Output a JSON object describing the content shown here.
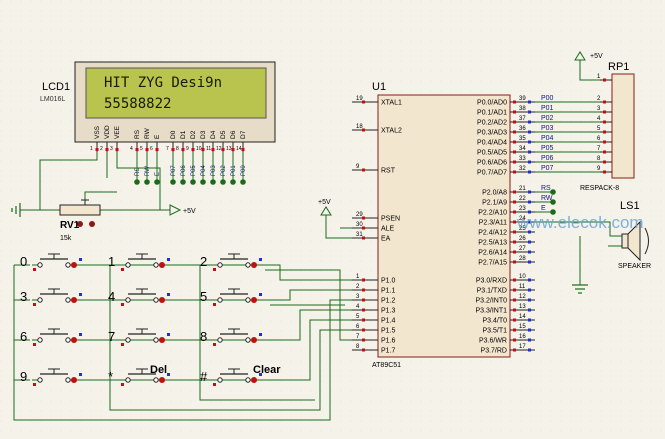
{
  "lcd": {
    "ref": "LCD1",
    "model": "LM016L",
    "line1": "HIT ZYG Desi9n",
    "line2": "55588822",
    "pins": [
      "VSS",
      "VDD",
      "VEE",
      "RS",
      "RW",
      "E",
      "D0",
      "D1",
      "D2",
      "D3",
      "D4",
      "D5",
      "D6",
      "D7"
    ],
    "pin_numbers": [
      "1",
      "2",
      "3",
      "4",
      "5",
      "6",
      "7",
      "8",
      "9",
      "10",
      "11",
      "12",
      "13",
      "14"
    ],
    "net_labels": [
      "RS",
      "RW",
      "E",
      "P07",
      "P06",
      "P05",
      "P04",
      "P03",
      "P02",
      "P01",
      "P00"
    ]
  },
  "pot": {
    "ref": "RV1",
    "value": "15k",
    "supply": "+5V"
  },
  "mcu": {
    "ref": "U1",
    "model": "AT89C51",
    "left_pins": [
      {
        "num": "19",
        "name": "XTAL1"
      },
      {
        "num": "18",
        "name": "XTAL2"
      },
      {
        "num": "9",
        "name": "RST"
      },
      {
        "num": "29",
        "name": "PSEN"
      },
      {
        "num": "30",
        "name": "ALE"
      },
      {
        "num": "31",
        "name": "EA"
      },
      {
        "num": "1",
        "name": "P1.0"
      },
      {
        "num": "2",
        "name": "P1.1"
      },
      {
        "num": "3",
        "name": "P1.2"
      },
      {
        "num": "4",
        "name": "P1.3"
      },
      {
        "num": "5",
        "name": "P1.4"
      },
      {
        "num": "6",
        "name": "P1.5"
      },
      {
        "num": "7",
        "name": "P1.6"
      },
      {
        "num": "8",
        "name": "P1.7"
      }
    ],
    "right_pins": [
      {
        "num": "39",
        "name": "P0.0/AD0",
        "net": "P00"
      },
      {
        "num": "38",
        "name": "P0.1/AD1",
        "net": "P01"
      },
      {
        "num": "37",
        "name": "P0.2/AD2",
        "net": "P02"
      },
      {
        "num": "36",
        "name": "P0.3/AD3",
        "net": "P03"
      },
      {
        "num": "35",
        "name": "P0.4/AD4",
        "net": "P04"
      },
      {
        "num": "34",
        "name": "P0.5/AD5",
        "net": "P05"
      },
      {
        "num": "33",
        "name": "P0.6/AD6",
        "net": "P06"
      },
      {
        "num": "32",
        "name": "P0.7/AD7",
        "net": "P07"
      },
      {
        "num": "21",
        "name": "P2.0/A8",
        "net": "RS"
      },
      {
        "num": "22",
        "name": "P2.1/A9",
        "net": "RW"
      },
      {
        "num": "23",
        "name": "P2.2/A10",
        "net": "E"
      },
      {
        "num": "24",
        "name": "P2.3/A11",
        "net": ""
      },
      {
        "num": "25",
        "name": "P2.4/A12",
        "net": ""
      },
      {
        "num": "26",
        "name": "P2.5/A13",
        "net": ""
      },
      {
        "num": "27",
        "name": "P2.6/A14",
        "net": ""
      },
      {
        "num": "28",
        "name": "P2.7/A15",
        "net": ""
      },
      {
        "num": "10",
        "name": "P3.0/RXD",
        "net": ""
      },
      {
        "num": "11",
        "name": "P3.1/TXD",
        "net": ""
      },
      {
        "num": "12",
        "name": "P3.2/INT0",
        "net": ""
      },
      {
        "num": "13",
        "name": "P3.3/INT1",
        "net": ""
      },
      {
        "num": "14",
        "name": "P3.4/T0",
        "net": ""
      },
      {
        "num": "15",
        "name": "P3.5/T1",
        "net": ""
      },
      {
        "num": "16",
        "name": "P3.6/WR",
        "net": ""
      },
      {
        "num": "17",
        "name": "P3.7/RD",
        "net": ""
      }
    ],
    "supply": "+5V"
  },
  "rp": {
    "ref": "RP1",
    "model": "RESPACK-8",
    "supply": "+5V",
    "pins": [
      "1",
      "2",
      "3",
      "4",
      "5",
      "6",
      "7",
      "8",
      "9"
    ]
  },
  "speaker": {
    "ref": "LS1",
    "model": "SPEAKER"
  },
  "keypad": {
    "rows": [
      [
        "0",
        "1",
        "2"
      ],
      [
        "3",
        "4",
        "5"
      ],
      [
        "6",
        "7",
        "8"
      ],
      [
        "9",
        "*",
        "#"
      ]
    ],
    "extra_labels": [
      "Del",
      "Clear"
    ]
  },
  "watermark": "www.elecok.com",
  "colors": {
    "wire": "#1c6b1c",
    "body": "#f3e6cf",
    "chip_border": "#8b1a1a",
    "lcd_screen": "#b8c44e",
    "lcd_text": "#1a1a00",
    "label_blue": "#10108a",
    "pin_red": "#c01010"
  }
}
